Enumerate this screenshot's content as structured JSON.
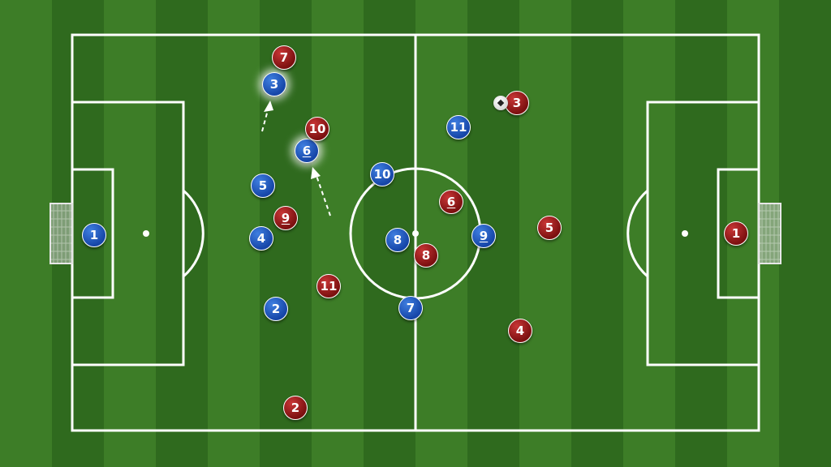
{
  "colors": {
    "grass_light": "#3d7d27",
    "grass_dark": "#2f6a1e",
    "lines": "#ffffff",
    "home_team": "#1e55c4",
    "away_team": "#9e1a1a"
  },
  "home_team": {
    "players": [
      {
        "number": "1"
      },
      {
        "number": "2"
      },
      {
        "number": "3",
        "highlighted": true
      },
      {
        "number": "4"
      },
      {
        "number": "5"
      },
      {
        "number": "6",
        "underlined": true,
        "highlighted": true
      },
      {
        "number": "7"
      },
      {
        "number": "8"
      },
      {
        "number": "9",
        "underlined": true
      },
      {
        "number": "10"
      },
      {
        "number": "11"
      }
    ]
  },
  "away_team": {
    "players": [
      {
        "number": "1"
      },
      {
        "number": "2"
      },
      {
        "number": "3"
      },
      {
        "number": "4"
      },
      {
        "number": "5"
      },
      {
        "number": "6",
        "underlined": true
      },
      {
        "number": "7"
      },
      {
        "number": "8"
      },
      {
        "number": "9",
        "underlined": true
      },
      {
        "number": "10"
      },
      {
        "number": "11"
      }
    ]
  },
  "ball": {
    "icon": "soccer-ball-icon"
  },
  "movement_arrows": [
    {
      "player": "home-3",
      "style": "dashed"
    },
    {
      "player": "home-6",
      "style": "dashed"
    }
  ]
}
